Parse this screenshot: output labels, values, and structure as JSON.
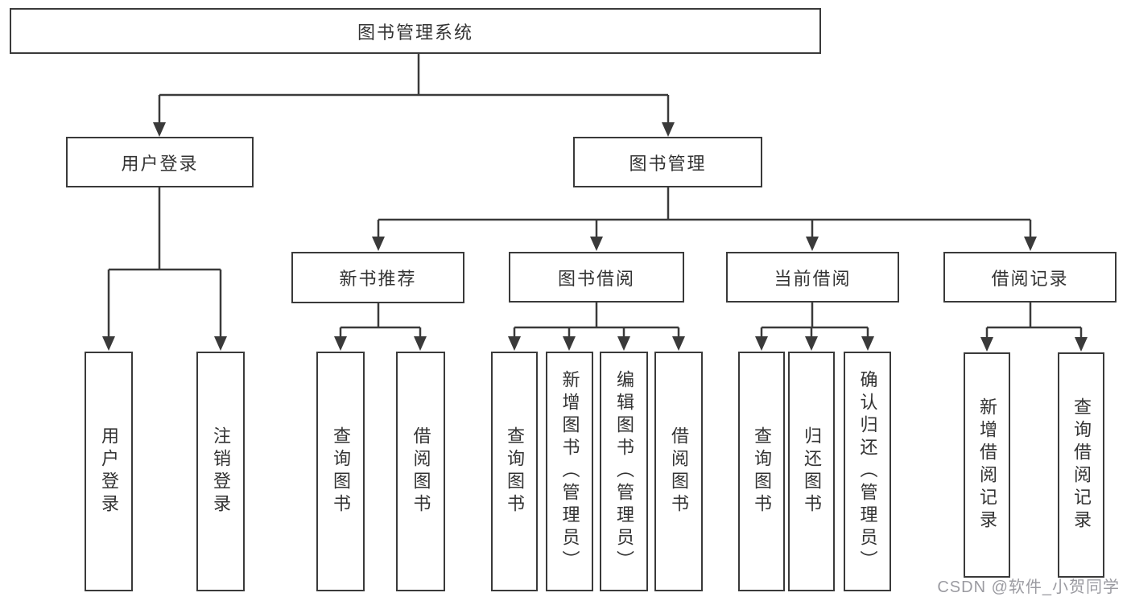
{
  "tree": {
    "label": "图书管理系统",
    "children": [
      {
        "label": "用户登录",
        "children": [
          {
            "label": "用户登录"
          },
          {
            "label": "注销登录"
          }
        ]
      },
      {
        "label": "图书管理",
        "children": [
          {
            "label": "新书推荐",
            "children": [
              {
                "label": "查询图书"
              },
              {
                "label": "借阅图书"
              }
            ]
          },
          {
            "label": "图书借阅",
            "children": [
              {
                "label": "查询图书"
              },
              {
                "label": "新增图书（管理员）"
              },
              {
                "label": "编辑图书（管理员）"
              },
              {
                "label": "借阅图书"
              }
            ]
          },
          {
            "label": "当前借阅",
            "children": [
              {
                "label": "查询图书"
              },
              {
                "label": "归还图书"
              },
              {
                "label": "确认归还（管理员）"
              }
            ]
          },
          {
            "label": "借阅记录",
            "children": [
              {
                "label": "新增借阅记录"
              },
              {
                "label": "查询借阅记录"
              }
            ]
          }
        ]
      }
    ]
  },
  "watermark": {
    "text": "CSDN @软件_小贺同学"
  },
  "colors": {
    "line": "#3a3a3a",
    "text": "#333333",
    "bg": "#ffffff",
    "watermark": "#9b9ba1"
  }
}
